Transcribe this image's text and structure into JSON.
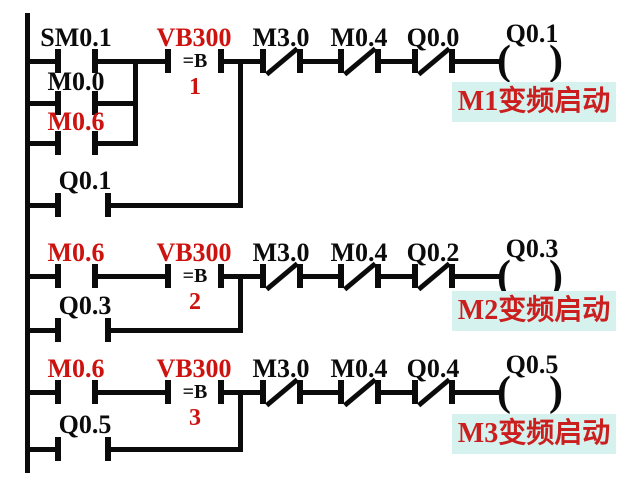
{
  "diagram_type": "plc-ladder-logic",
  "colors": {
    "wire": "#0b0b0b",
    "red_text": "#cc1310",
    "caption_text": "#cb1f1f",
    "caption_bg": "#d5f2ee",
    "page_bg": "#ffffff"
  },
  "coil_glyphs": {
    "open": "(",
    "close": ")"
  },
  "rungs": [
    {
      "branches": [
        {
          "label": "SM0.1",
          "color": "black"
        },
        {
          "label": "M0.0",
          "color": "black"
        },
        {
          "label": "M0.6",
          "color": "red"
        }
      ],
      "compare": {
        "operand": "VB300",
        "operator": "=B",
        "value": "1"
      },
      "nc_contacts": [
        {
          "label": "M3.0"
        },
        {
          "label": "M0.4"
        },
        {
          "label": "Q0.0"
        }
      ],
      "feedback": {
        "label": "Q0.1"
      },
      "coil": {
        "label": "Q0.1"
      },
      "caption": "M1变频启动"
    },
    {
      "branches": [
        {
          "label": "M0.6",
          "color": "red"
        }
      ],
      "compare": {
        "operand": "VB300",
        "operator": "=B",
        "value": "2"
      },
      "nc_contacts": [
        {
          "label": "M3.0"
        },
        {
          "label": "M0.4"
        },
        {
          "label": "Q0.2"
        }
      ],
      "feedback": {
        "label": "Q0.3"
      },
      "coil": {
        "label": "Q0.3"
      },
      "caption": "M2变频启动"
    },
    {
      "branches": [
        {
          "label": "M0.6",
          "color": "red"
        }
      ],
      "compare": {
        "operand": "VB300",
        "operator": "=B",
        "value": "3"
      },
      "nc_contacts": [
        {
          "label": "M3.0"
        },
        {
          "label": "M0.4"
        },
        {
          "label": "Q0.4"
        }
      ],
      "feedback": {
        "label": "Q0.5"
      },
      "coil": {
        "label": "Q0.5"
      },
      "caption": "M3变频启动"
    }
  ]
}
